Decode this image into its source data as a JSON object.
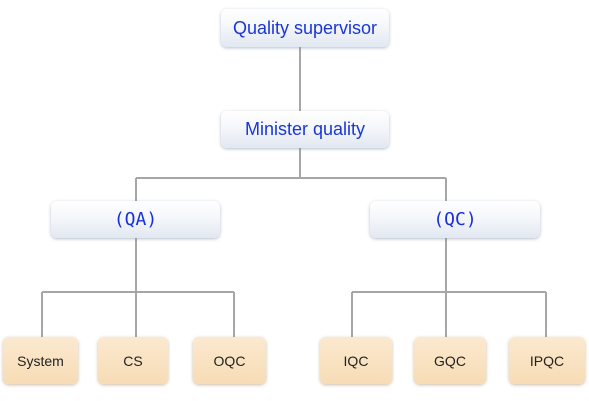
{
  "org_chart": {
    "top": {
      "label": "Quality supervisor"
    },
    "manager": {
      "label": "Minister quality"
    },
    "groups": [
      {
        "label": "(QA)",
        "children": [
          "System",
          "CS",
          "OQC"
        ]
      },
      {
        "label": "(QC)",
        "children": [
          "IQC",
          "GQC",
          "IPQC"
        ]
      }
    ]
  },
  "colors": {
    "connector": "#a6a6a6",
    "label_blue": "#1a36d6",
    "leaf_fill": "#f9e2c1"
  }
}
